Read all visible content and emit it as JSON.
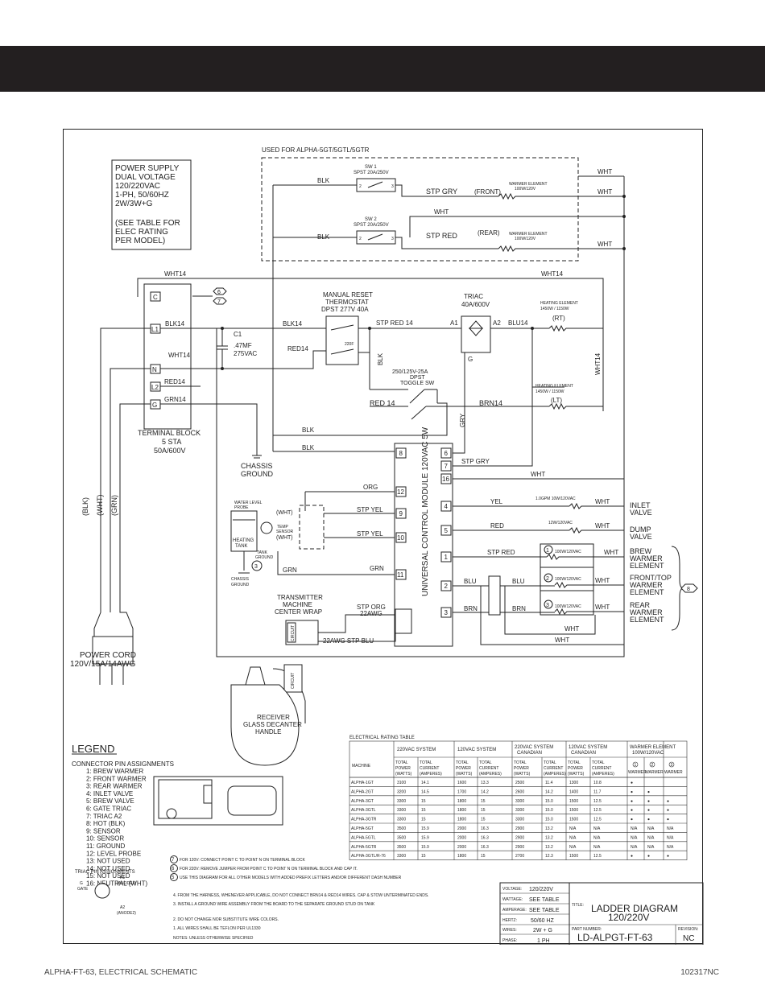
{
  "footer": {
    "left": "ALPHA-FT-63, ELECTRICAL SCHEMATIC",
    "right": "102317NC"
  },
  "power_supply": [
    "POWER SUPPLY",
    "DUAL VOLTAGE",
    "120/220VAC",
    "1-PH, 50/60HZ",
    "2W/3W+G",
    "",
    "(SEE TABLE FOR",
    "ELEC RATING",
    "PER MODEL)"
  ],
  "used_for": "USED FOR ALPHA-5GT/5GTL/5GTR",
  "sw1": {
    "name": "SW 1",
    "rating": "SPST 20A/250V"
  },
  "sw2": {
    "name": "SW 2",
    "rating": "SPST 20A/250V"
  },
  "warmer_element": [
    "WARMER ELEMENT",
    "100W/120V"
  ],
  "labels": {
    "front": "(FRONT)",
    "rear": "(REAR)",
    "stp_gry": "STP GRY",
    "stp_red": "STP RED",
    "blk": "BLK",
    "wht": "WHT",
    "wht14": "WHT14",
    "blk14": "BLK14",
    "red14": "RED14",
    "grn14": "GRN14",
    "stp_red14": "STP RED 14",
    "blu14": "BLU14",
    "red_14": "RED 14",
    "brn14": "BRN14",
    "gry": "GRY",
    "orange": "ORG",
    "stp_yel": "STP YEL",
    "grn": "GRN",
    "yel": "YEL",
    "red": "RED",
    "blu": "BLU",
    "brn": "BRN",
    "stp_org": "STP ORG",
    "awg22": "22AWG",
    "awg22_stp_blu": "22AWG STP BLU",
    "cwht": "(WHT)",
    "a1": "A1",
    "a2": "A2",
    "g": "G",
    "c": "C",
    "l1": "L1",
    "n": "N",
    "l2": "L2",
    "gterm": "G",
    "circuit": "CIRCUIT"
  },
  "thermostat": [
    "MANUAL RESET",
    "THERMOSTAT",
    "DPST 277V 40A"
  ],
  "triac": [
    "TRIAC",
    "40A/600V"
  ],
  "heating_rt": [
    "HEATING ELEMENT",
    "1450W / 1150W",
    "(RT)"
  ],
  "heating_lt": [
    "HEATING ELEMENT",
    "1450W / 1150W",
    "(LT)"
  ],
  "toggle": [
    "250/125V-25A",
    "DPST",
    "TOGGLE SW"
  ],
  "capacitor": [
    "C1",
    ".47MF",
    "275VAC"
  ],
  "terminal_block": [
    "TERMINAL BLOCK",
    "5 STA",
    "50A/600V"
  ],
  "chassis_ground": [
    "CHASSIS",
    "GROUND"
  ],
  "ucm": "UNIVERSAL CONTROL MODULE 120VAC 5W",
  "water_probe": [
    "WATER LEVEL",
    "PROBE"
  ],
  "heating_tank": [
    "HEATING",
    "TANK"
  ],
  "temp_sensor": [
    "TEMP",
    "SENSOR"
  ],
  "tank_ground": [
    "TANK",
    "GROUND"
  ],
  "transmitter": [
    "TRANSMITTER",
    "MACHINE",
    "CENTER WRAP"
  ],
  "receiver": [
    "RECEIVER",
    "GLASS DECANTER",
    "HANDLE"
  ],
  "power_cord": [
    "POWER CORD",
    "120V/15A/14AWG"
  ],
  "cord_wires": [
    "(BLK)",
    "(WHT)",
    "(GRN)"
  ],
  "inlet": {
    "rating": "1.0GPM 10W/120VAC",
    "name": [
      "INLET",
      "VALVE"
    ]
  },
  "dump": {
    "rating": "12W/120VAC",
    "name": [
      "DUMP",
      "VALVE"
    ]
  },
  "warmer_rating": "100W/120VAC",
  "brew_warmer": [
    "BREW",
    "WARMER",
    "ELEMENT"
  ],
  "front_warmer": [
    "FRONT/TOP",
    "WARMER",
    "ELEMENT"
  ],
  "rear_warmer": [
    "REAR",
    "WARMER",
    "ELEMENT"
  ],
  "ucm_pins": [
    "8",
    "12",
    "9",
    "10",
    "11",
    "6",
    "7",
    "16",
    "4",
    "5",
    "1",
    "2",
    "3"
  ],
  "legend": {
    "title": "LEGEND",
    "heading": "CONNECTOR PIN ASSIGNMENTS",
    "items": [
      "1: BREW WARMER",
      "2: FRONT WARMER",
      "3: REAR WARMER",
      "4: INLET VALVE",
      "5: BREW VALVE",
      "6: GATE TRIAC",
      "7: TRIAC A2",
      "8: HOT (BLK)",
      "9: SENSOR",
      "10: SENSOR",
      "11: GROUND",
      "12: LEVEL PROBE",
      "13: NOT USED",
      "14: NOT USED",
      "15: NOT USED",
      "16: NEUTRAL (WHT)"
    ],
    "triac_pins": "TRIAC PIN ASSIGNMENTS",
    "triac_labels": [
      "A1",
      "(ANODE1)",
      "G",
      "GATE",
      "A2",
      "(ANODE2)"
    ]
  },
  "notes": {
    "n7": "FOR 120V: CONNECT POINT C TO POINT N ON TERMINAL BLOCK",
    "n6": "FOR 220V: REMOVE JUMPER FROM POINT C TO POINT N ON TERMINAL BLOCK AND CAP IT.",
    "n5": "USE THIS DIAGRAM FOR ALL OTHER MODELS WITH ADDED PREFIX LETTERS AND/OR DIFFERENT DASH NUMBER",
    "n4": "4. FROM THE HARNESS, WHENEVER APPLICABLE, DO NOT CONNECT BRN14 & RED14 WIRES. CAP & STOW UNTERMINATED ENDS.",
    "n3": "3. INSTALL A GROUND WIRE ASSEMBLY FROM THE BOARD TO THE SEPARATE GROUND STUD ON TANK",
    "n2": "2. DO NOT CHANGE NOR SUBSTITUTE WIRE COLORS.",
    "n1": "1. ALL WIRES SHALL BE TEFLON PER UL1330",
    "unless": "NOTES: UNLESS OTHERWISE SPECIFIED"
  },
  "rating_table": {
    "title": "ELECTRICAL RATING TABLE",
    "groups": [
      "220VAC SYSTEM",
      "120VAC SYSTEM",
      "220VAC SYSTEM CANADIAN",
      "120VAC SYSTEM CANADIAN",
      "WARMER ELEMENT 100W/120VAC"
    ],
    "machine_label": "MACHINE",
    "sub_power": [
      "TOTAL",
      "POWER",
      "(WATTS)"
    ],
    "sub_current": [
      "TOTAL",
      "CURRENT",
      "(AMPERES)"
    ],
    "warmer_cols": [
      "1",
      "2",
      "3"
    ],
    "warmer_sub": "WARMER",
    "rows": [
      [
        "ALPHA-1GT",
        "3100",
        "14.1",
        "1600",
        "13.3",
        "2500",
        "11.4",
        "1300",
        "10.8",
        "●",
        "",
        ""
      ],
      [
        "ALPHA-2GT",
        "3200",
        "14.5",
        "1700",
        "14.2",
        "2600",
        "14.2",
        "1400",
        "11.7",
        "●",
        "●",
        ""
      ],
      [
        "ALPHA-3GT",
        "3300",
        "15",
        "1800",
        "15",
        "3300",
        "15.0",
        "1500",
        "12.5",
        "●",
        "●",
        "●"
      ],
      [
        "ALPHA-3GTL",
        "3300",
        "15",
        "1800",
        "15",
        "3300",
        "15.0",
        "1500",
        "12.5",
        "●",
        "●",
        "●"
      ],
      [
        "ALPHA-3GTR",
        "3300",
        "15",
        "1800",
        "15",
        "3300",
        "15.0",
        "1500",
        "12.5",
        "●",
        "●",
        "●"
      ],
      [
        "ALPHA-5GT",
        "3500",
        "15.9",
        "2000",
        "16.3",
        "2900",
        "13.2",
        "N/A",
        "N/A",
        "N/A",
        "N/A",
        "N/A"
      ],
      [
        "ALPHA-5GTL",
        "3500",
        "15.9",
        "2000",
        "16.3",
        "2900",
        "13.2",
        "N/A",
        "N/A",
        "N/A",
        "N/A",
        "N/A"
      ],
      [
        "ALPHA-5GTR",
        "3500",
        "15.9",
        "2000",
        "16.3",
        "2900",
        "13.2",
        "N/A",
        "N/A",
        "N/A",
        "N/A",
        "N/A"
      ],
      [
        "ALPHA-3GTL/R-76",
        "3300",
        "15",
        "1800",
        "15",
        "2700",
        "12.3",
        "1500",
        "12.5",
        "●",
        "●",
        "●"
      ]
    ]
  },
  "title_block": {
    "voltage_label": "VOLTAGE:",
    "voltage": "120/220V",
    "wattage_label": "WATTAGE:",
    "wattage": "SEE TABLE",
    "amperage_label": "AMPERAGE:",
    "amperage": "SEE TABLE",
    "hertz_label": "HERTZ:",
    "hertz": "50/60 HZ",
    "wires_label": "WIRES:",
    "wires": "2W + G",
    "phase_label": "PHASE:",
    "phase": "1 PH",
    "title_label": "TITLE:",
    "title": [
      "LADDER DIAGRAM",
      "120/220V"
    ],
    "part_label": "PART NUMBER:",
    "part": "LD-ALPGT-FT-63",
    "rev_label": "REVISION:",
    "rev": "NC"
  },
  "bubbles": {
    "b6": "6",
    "b7": "7",
    "b8": "8",
    "b3": "3",
    "b5": "5",
    "c1": "1",
    "c2": "2",
    "c3": "3"
  },
  "thermo_temp": "220F"
}
